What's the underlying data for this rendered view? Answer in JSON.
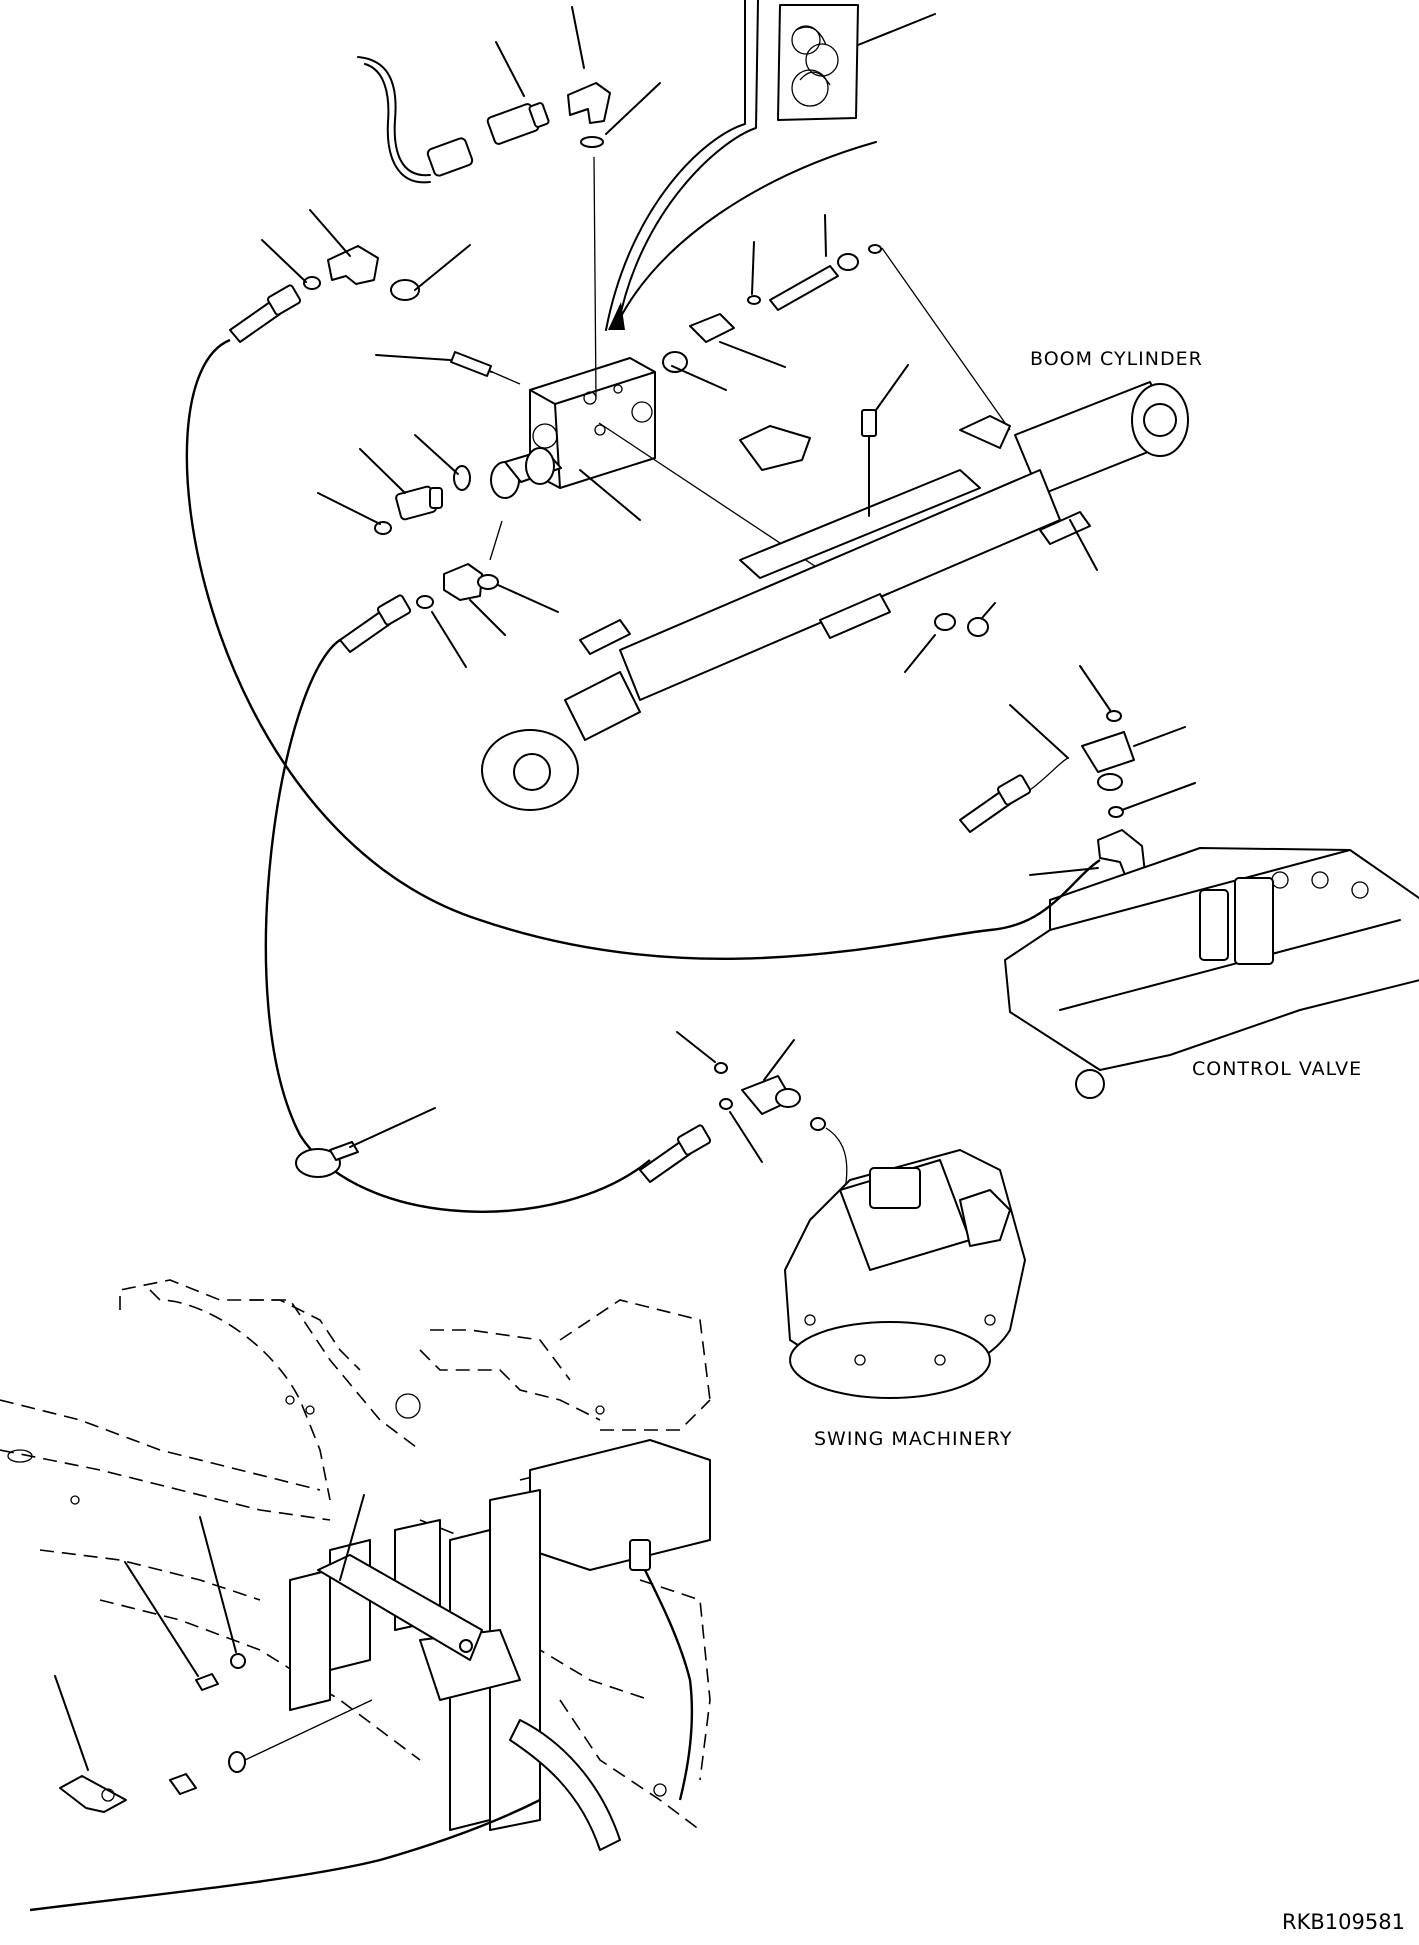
{
  "labels": {
    "boom_cylinder": "BOOM CYLINDER",
    "control_valve": "CONTROL VALVE",
    "swing_machinery": "SWING MACHINERY",
    "drawing_number": "RKB109581"
  }
}
